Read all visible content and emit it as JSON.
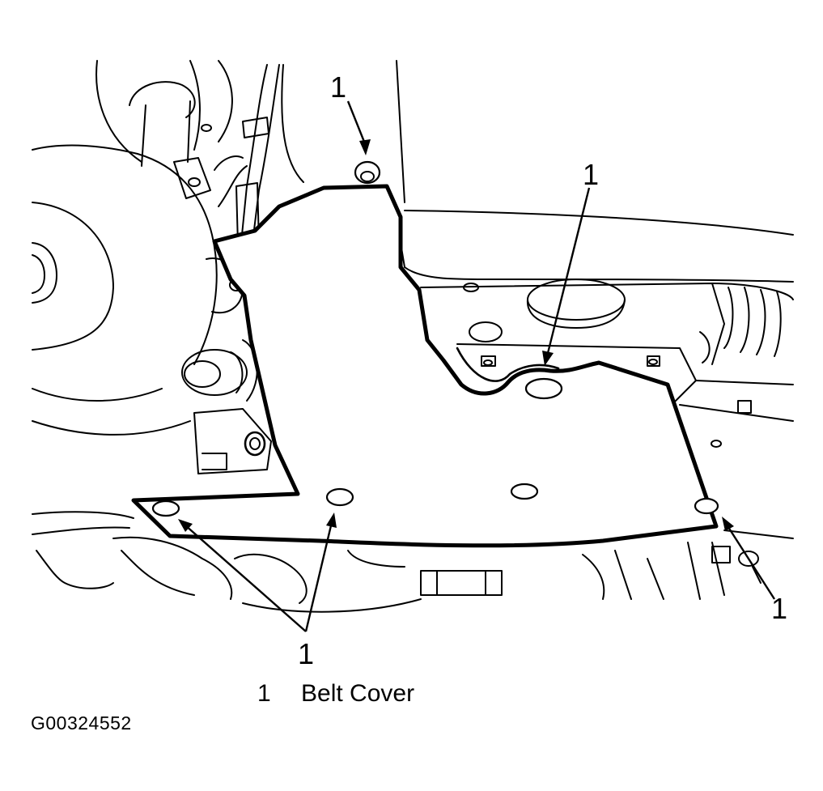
{
  "callouts": [
    {
      "id": "top",
      "label": "1"
    },
    {
      "id": "right-upper",
      "label": "1"
    },
    {
      "id": "bottom-left",
      "label": "1"
    },
    {
      "id": "bottom-right",
      "label": "1"
    }
  ],
  "legend": {
    "items": [
      {
        "number": "1",
        "text": "Belt Cover"
      }
    ]
  },
  "figure_id": "G00324552"
}
